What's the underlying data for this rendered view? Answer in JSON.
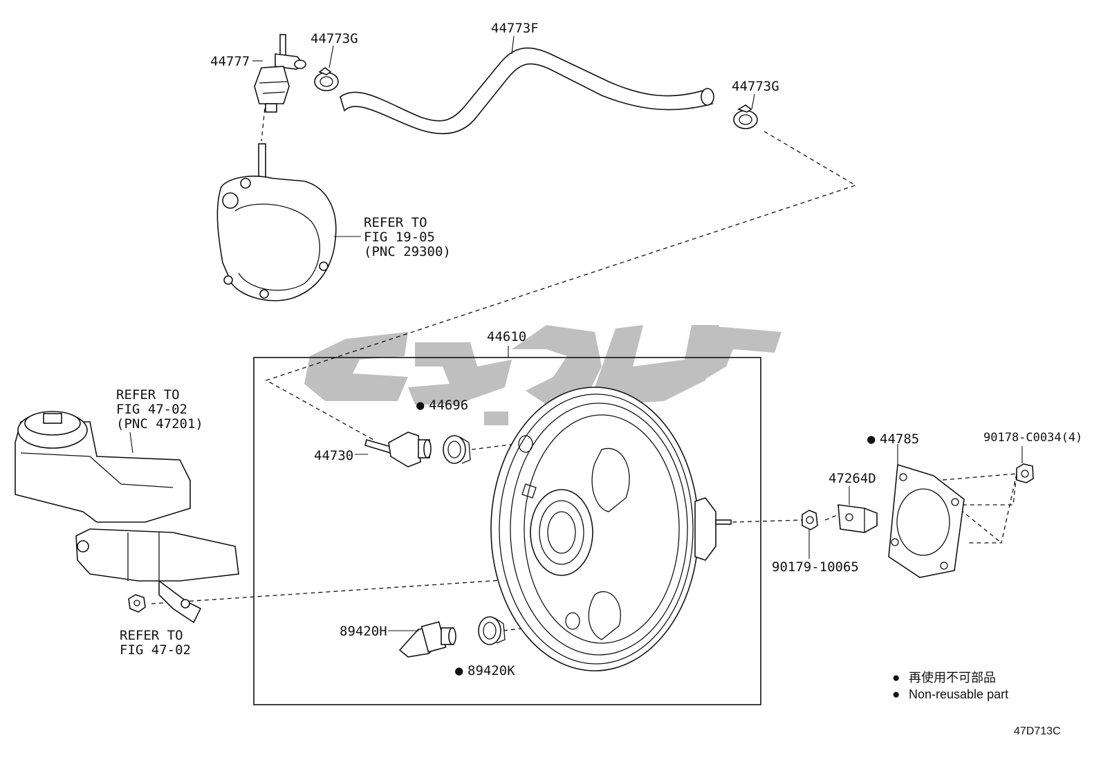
{
  "callouts": {
    "p44777": "44777",
    "p44773g_a": "44773G",
    "p44773f": "44773F",
    "p44773g_b": "44773G",
    "p44610": "44610",
    "p44696": "44696",
    "p44730": "44730",
    "p89420h": "89420H",
    "p89420k": "89420K",
    "p44785": "44785",
    "p47264d": "47264D",
    "p90178": "90178-C0034(4)",
    "p90179": "90179-10065"
  },
  "refer_notes": {
    "vacuum_pump": [
      "REFER TO",
      "FIG 19-05",
      "(PNC 29300)"
    ],
    "master_cyl_tank": [
      "REFER TO",
      "FIG 47-02",
      "(PNC 47201)"
    ],
    "master_cyl_nut": [
      "REFER TO",
      "FIG 47-02"
    ]
  },
  "legend": {
    "symbol": "●",
    "line_jp": "再使用不可部品",
    "line_en": "Non-reusable part"
  },
  "figure_code": "47D713C",
  "non_reusable_marker": "●",
  "watermark_color": "#8c8c8c"
}
